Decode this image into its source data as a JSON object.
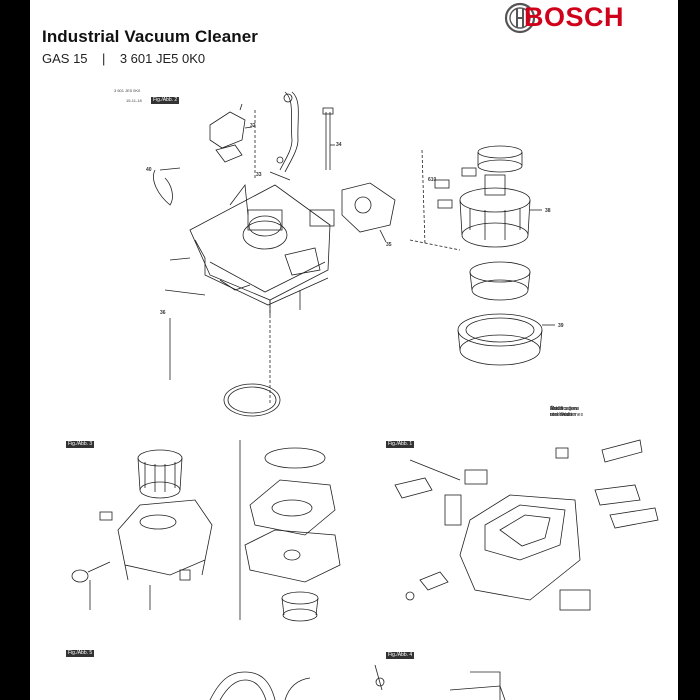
{
  "header": {
    "title": "Industrial Vacuum Cleaner",
    "model": "GAS 15",
    "separator": "|",
    "part_number": "3 601 JE5 0K0"
  },
  "brand": {
    "name": "BOSCH",
    "color": "#d0021b"
  },
  "figures": {
    "main": {
      "ref": "3 601 JE5 0K0",
      "date": "15-11-18",
      "badge": "Fig./Abb. 2"
    },
    "fig3": {
      "badge": "Fig./Abb. 3"
    },
    "fig1": {
      "badge": "Fig./Abb. 1"
    },
    "fig4": {
      "badge": "Fig./Abb. 4"
    },
    "fig5": {
      "badge": "Fig./Abb. 5"
    }
  },
  "notes": {
    "modifications": [
      "Modifications reserved",
      "Änderungen vorbehalten",
      "Modifications réservées",
      "Salvo modificaciones"
    ]
  },
  "part_labels": {
    "p32": "32",
    "p34": "34",
    "p40": "40",
    "p33": "33",
    "p35": "35",
    "p36": "36",
    "p38": "38",
    "p39": "39",
    "p610": "610"
  }
}
